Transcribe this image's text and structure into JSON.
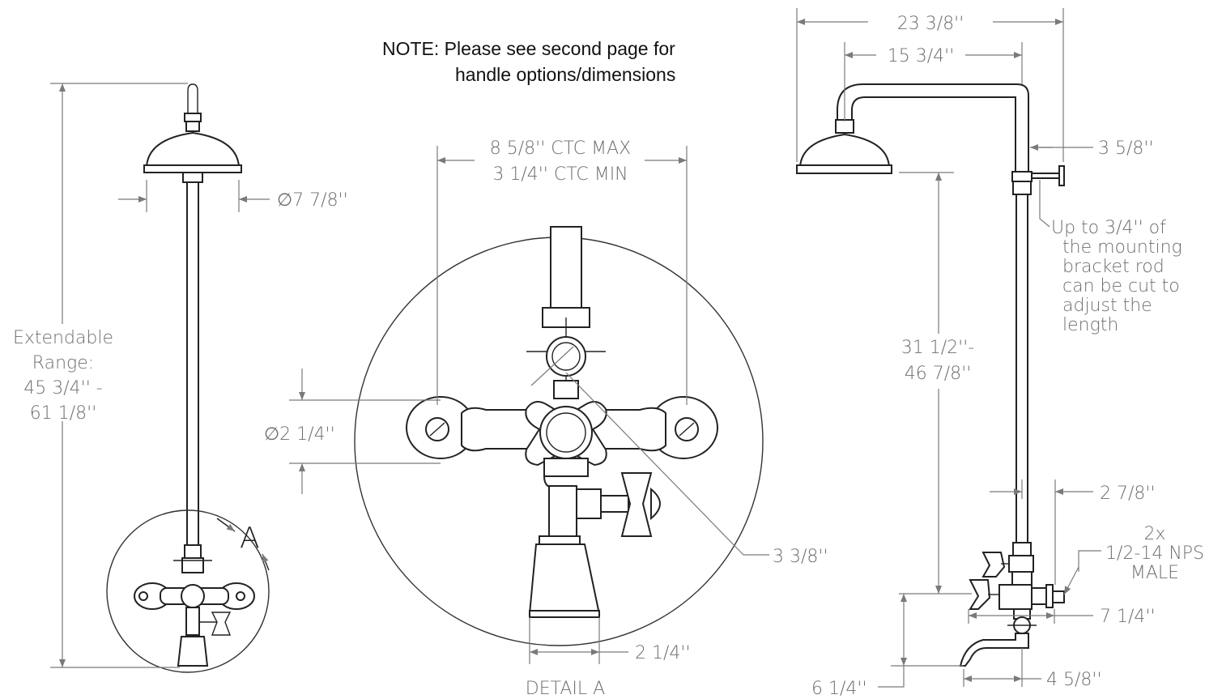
{
  "note": {
    "line1": "NOTE: Please see second page for",
    "line2": "handle options/dimensions"
  },
  "left_view": {
    "diameter": "∅7 7/8''",
    "range": [
      "Extendable",
      "Range:",
      "45 3/4'' -",
      "61 1/8''"
    ],
    "detail_callout": "A"
  },
  "detail": {
    "ctc_max": "8 5/8'' CTC MAX",
    "ctc_min": "3 1/4'' CTC MIN",
    "diameter": "∅2 1/4''",
    "radius": "3 3/8''",
    "spout": "2 1/4''",
    "caption": "DETAIL A"
  },
  "right_view": {
    "width_total": "23 3/8''",
    "arm": "15 3/4''",
    "bracket_offset": "3 5/8''",
    "bracket_note": [
      "Up to 3/4'' of",
      "the mounting",
      "bracket rod",
      "can be cut to",
      "adjust the",
      "length"
    ],
    "height_range": [
      "31 1/2''-",
      "46 7/8''"
    ],
    "wall_offset": "2 7/8''",
    "connection": [
      "2x",
      "1/2-14 NPS",
      "MALE"
    ],
    "valve_depth": "7 1/4''",
    "spout_height": "6 1/4''",
    "spout_reach": "4 5/8''"
  }
}
